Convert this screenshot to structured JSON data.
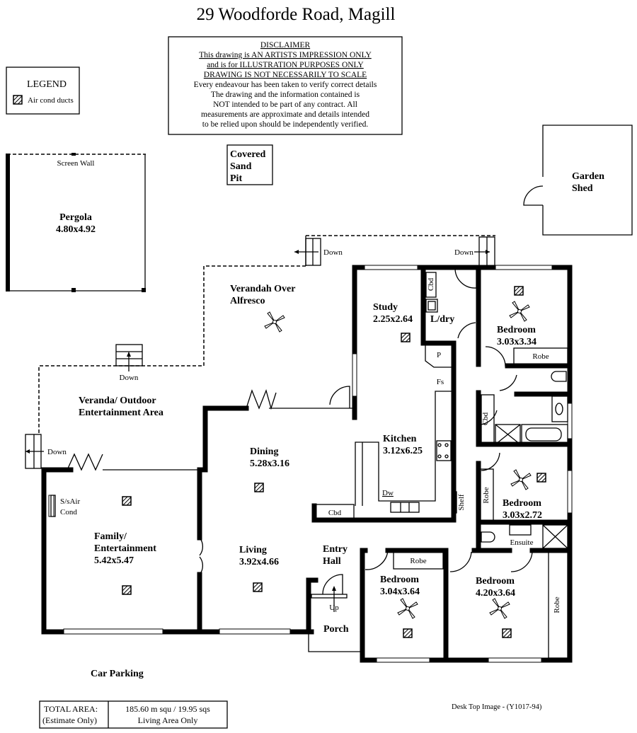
{
  "title": "29 Woodforde Road, Magill",
  "legend": {
    "heading": "LEGEND",
    "items": [
      {
        "icon": "air-cond-duct-icon",
        "label": "Air cond ducts"
      }
    ]
  },
  "disclaimer": {
    "heading": "DISCLAIMER",
    "underlined_lines": [
      "This drawing is AN ARTISTS IMPRESSION ONLY",
      "and is for ILLUSTRATION PURPOSES ONLY",
      "DRAWING IS NOT NECESSARILY TO SCALE"
    ],
    "lines": [
      "Every endeavour has been taken to verify correct details",
      "The drawing and the information contained is",
      "NOT intended to be part of any contract. All",
      "measurements are approximate and details intended",
      "to be relied upon should be independently verified."
    ]
  },
  "outdoor": {
    "pergola": {
      "name": "Pergola",
      "size": "4.80x4.92",
      "screen_wall": "Screen Wall"
    },
    "sand_pit": [
      "Covered",
      "Sand",
      "Pit"
    ],
    "garden_shed": [
      "Garden",
      "Shed"
    ],
    "verandah_alfresco": [
      "Verandah Over",
      "Alfresco"
    ],
    "veranda_entertainment": [
      "Veranda/ Outdoor",
      "Entertainment Area"
    ],
    "car_parking": "Car Parking",
    "down_labels": [
      "Down",
      "Down",
      "Down",
      "Down"
    ]
  },
  "rooms": {
    "study": {
      "name": "Study",
      "size": "2.25x2.64"
    },
    "laundry": {
      "name": "L/dry"
    },
    "bedroom1": {
      "name": "Bedroom",
      "size": "3.03x3.34"
    },
    "kitchen": {
      "name": "Kitchen",
      "size": "3.12x6.25"
    },
    "dining": {
      "name": "Dining",
      "size": "5.28x3.16"
    },
    "bedroom2": {
      "name": "Bedroom",
      "size": "3.03x2.72"
    },
    "family": {
      "name1": "Family/",
      "name2": "Entertainment",
      "size": "5.42x5.47"
    },
    "living": {
      "name": "Living",
      "size": "3.92x4.66"
    },
    "entry": [
      "Entry",
      "Hall"
    ],
    "porch": "Porch",
    "bedroom3": {
      "name": "Bedroom",
      "size": "3.04x3.64"
    },
    "bedroom4": {
      "name": "Bedroom",
      "size": "4.20x3.64"
    }
  },
  "fixtures": {
    "cbd": "Cbd",
    "pantry": "P",
    "fridge": "Fs",
    "dishwasher": "Dw",
    "shelf": "Shelf",
    "robe": "Robe",
    "ensuite": "Ensuite",
    "up": "Up",
    "aircon": [
      "S/sAir",
      "Cond"
    ]
  },
  "area": {
    "label1": "TOTAL AREA:",
    "label2": "(Estimate Only)",
    "value": "185.60 m squ /  19.95 sqs",
    "note": "Living Area Only"
  },
  "footer": "Desk Top Image - (Y1017-94)"
}
